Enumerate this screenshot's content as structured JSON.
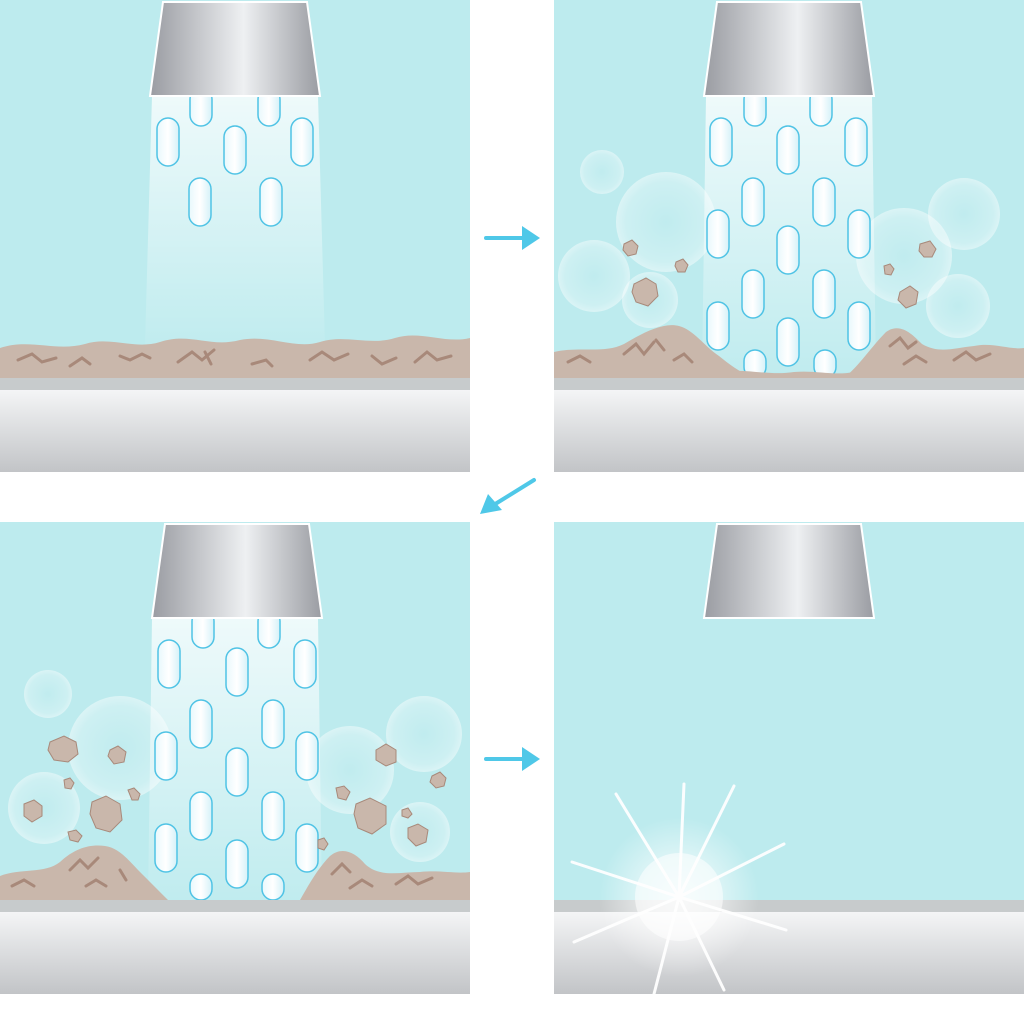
{
  "diagram": {
    "kind": "four-step cleaning process illustration",
    "steps": [
      {
        "state": "nozzle spraying water droplets onto dirt layer",
        "nozzle": true,
        "spray": true,
        "debris": "layer"
      },
      {
        "state": "dirt breaking apart with bubbles and flying particles",
        "nozzle": true,
        "spray": true,
        "debris": "breaking"
      },
      {
        "state": "dirt pushed aside into piles, particles scattered",
        "nozzle": true,
        "spray": true,
        "debris": "scattered"
      },
      {
        "state": "clean sparkling surface",
        "nozzle": true,
        "spray": false,
        "debris": "none"
      }
    ],
    "flow": [
      "right-arrow",
      "down-left-arrow",
      "right-arrow"
    ]
  },
  "colors": {
    "background": "#bdebee",
    "surface_top": "#c7cbcc",
    "surface_light": "#f4f5f6",
    "surface_dark": "#c2c4c7",
    "nozzle_dark": "#9a9ca2",
    "nozzle_light": "#eef0f2",
    "dirt": "#c9b7ab",
    "dirt_crack": "#a8897a",
    "droplet_outline": "#4fc3e5",
    "arrow": "#4fc8e8",
    "sparkle": "#ffffff"
  },
  "icons": {
    "nozzle": "nozzle-icon",
    "droplet": "water-droplet-icon",
    "bubble": "bubble-icon",
    "dirt": "dirt-particle-icon",
    "sparkle": "sparkle-icon",
    "arrow": "arrow-icon"
  }
}
